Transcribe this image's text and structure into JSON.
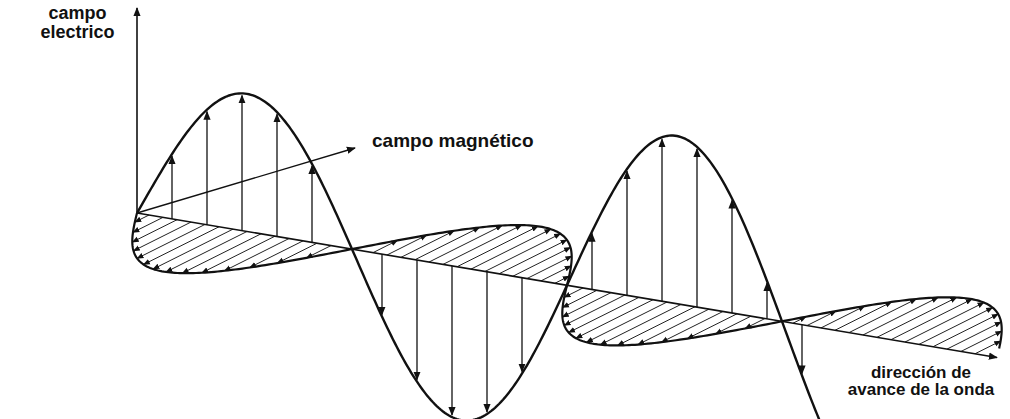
{
  "diagram": {
    "labels": [
      "campo electrico",
      "campo magnético",
      "dirección de avance de la onda"
    ]
  }
}
